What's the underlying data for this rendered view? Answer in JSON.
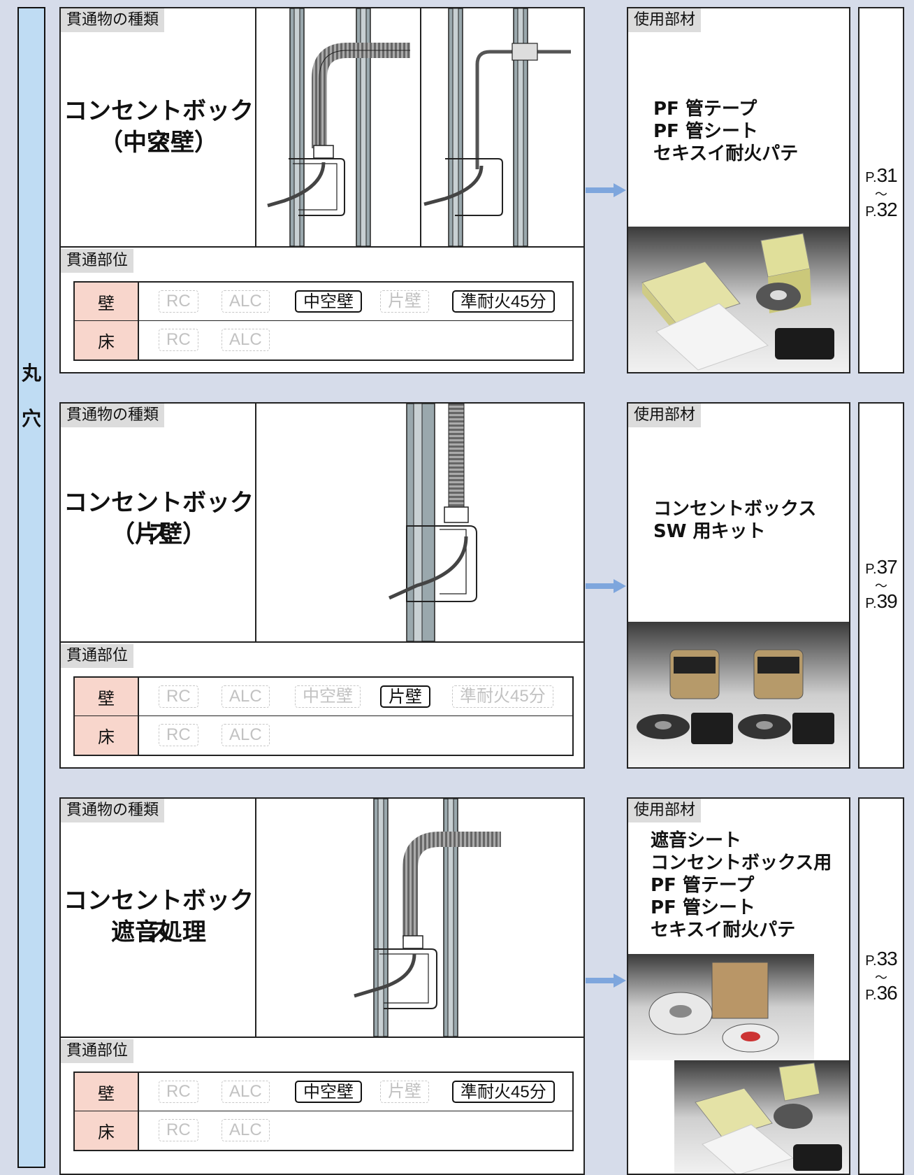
{
  "side_label": [
    "丸",
    "穴"
  ],
  "labels": {
    "type_tag": "貫通物の種類",
    "location_tag": "貫通部位",
    "materials_tag": "使用部材",
    "wall": "壁",
    "floor": "床"
  },
  "sections": [
    {
      "type_lines": [
        "コンセントボックス",
        "（中空壁）"
      ],
      "wall_options": [
        {
          "label": "RC",
          "active": false
        },
        {
          "label": "ALC",
          "active": false
        },
        {
          "label": "中空壁",
          "active": true
        },
        {
          "label": "片壁",
          "active": false
        },
        {
          "label": "準耐火45分",
          "active": true
        }
      ],
      "floor_options": [
        {
          "label": "RC",
          "active": false
        },
        {
          "label": "ALC",
          "active": false
        }
      ],
      "materials": [
        "PF 管テープ",
        "PF 管シート",
        "セキスイ耐火パテ"
      ],
      "page_from": "31",
      "page_to": "32"
    },
    {
      "type_lines": [
        "コンセントボックス",
        "（片壁）"
      ],
      "wall_options": [
        {
          "label": "RC",
          "active": false
        },
        {
          "label": "ALC",
          "active": false
        },
        {
          "label": "中空壁",
          "active": false
        },
        {
          "label": "片壁",
          "active": true
        },
        {
          "label": "準耐火45分",
          "active": false
        }
      ],
      "floor_options": [
        {
          "label": "RC",
          "active": false
        },
        {
          "label": "ALC",
          "active": false
        }
      ],
      "materials": [
        "コンセントボックス",
        "SW 用キット"
      ],
      "page_from": "37",
      "page_to": "39"
    },
    {
      "type_lines": [
        "コンセントボックス",
        "遮音処理"
      ],
      "wall_options": [
        {
          "label": "RC",
          "active": false
        },
        {
          "label": "ALC",
          "active": false
        },
        {
          "label": "中空壁",
          "active": true
        },
        {
          "label": "片壁",
          "active": false
        },
        {
          "label": "準耐火45分",
          "active": true
        }
      ],
      "floor_options": [
        {
          "label": "RC",
          "active": false
        },
        {
          "label": "ALC",
          "active": false
        }
      ],
      "materials": [
        "遮音シート",
        "コンセントボックス用",
        "PF 管テープ",
        "PF 管シート",
        "セキスイ耐火パテ"
      ],
      "page_from": "33",
      "page_to": "36"
    }
  ],
  "page_prefix": "P.",
  "page_sep": "〜",
  "colors": {
    "background": "#d6dcea",
    "side_bar": "#bfdcf3",
    "row_head": "#f8d6cc",
    "arrow": "#7ea6dd",
    "stud": "#9aa8ad"
  }
}
